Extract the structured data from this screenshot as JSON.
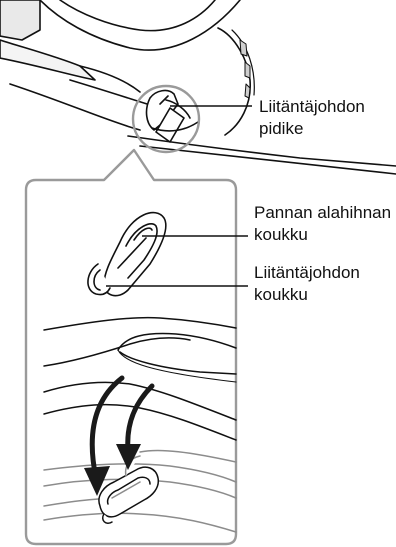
{
  "callouts": {
    "cord_holder": {
      "line1": "Liitäntäjohdon",
      "line2": "pidike"
    },
    "strap_hook": {
      "line1": "Pannan alahihnan",
      "line2": "koukku"
    },
    "cord_hook": {
      "line1": "Liitäntäjohdon",
      "line2": "koukku"
    }
  },
  "colors": {
    "line": "#111111",
    "callout_circle": "#9a9a9a",
    "detail_frame": "#9a9a9a",
    "arrow": "#1a1a1a",
    "part_fill": "#ffffff"
  },
  "icons": [
    "curved-arrow",
    "headset-band",
    "cord-holder-clip"
  ]
}
